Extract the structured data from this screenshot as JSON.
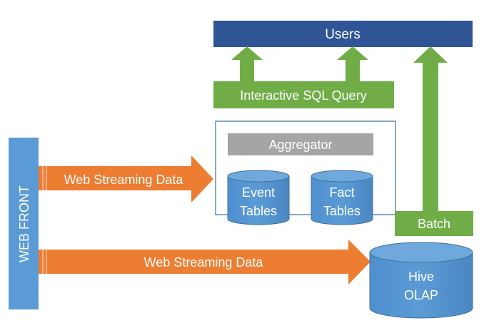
{
  "users": {
    "label": "Users"
  },
  "interactive_sql": {
    "label": "Interactive SQL Query"
  },
  "aggregator": {
    "label": "Aggregator"
  },
  "event_tables": {
    "line1": "Event",
    "line2": "Tables"
  },
  "fact_tables": {
    "line1": "Fact",
    "line2": "Tables"
  },
  "batch": {
    "label": "Batch"
  },
  "web_front": {
    "label": "WEB FRONT"
  },
  "stream_top": {
    "label": "Web Streaming Data"
  },
  "stream_bottom": {
    "label": "Web Streaming Data"
  },
  "hive": {
    "line1": "Hive",
    "line2": "OLAP"
  },
  "colors": {
    "navy": "#2f5597",
    "blue": "#5b9bd5",
    "green": "#70ad47",
    "orange": "#ed7d31",
    "gray": "#a5a5a5",
    "frame": "#5b8fa8"
  }
}
